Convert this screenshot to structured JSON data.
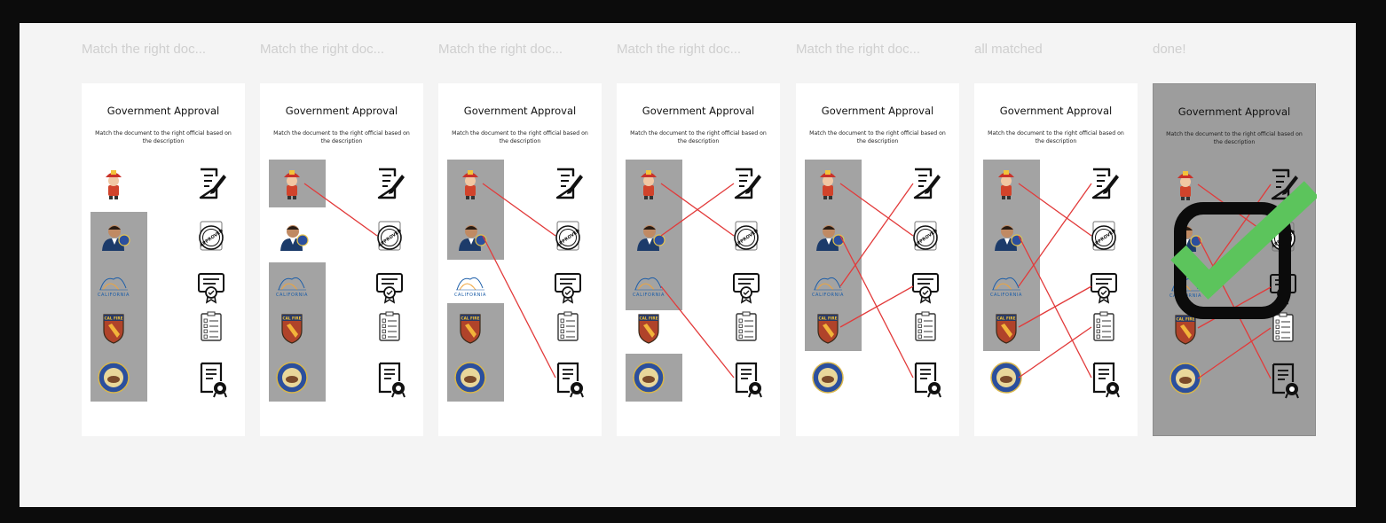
{
  "frames": [
    {
      "title": "Match the right doc...",
      "card_title": "Government Approval",
      "card_subtitle": "Match the document to the right official based on the description"
    },
    {
      "title": "Match the right doc...",
      "card_title": "Government Approval",
      "card_subtitle": "Match the document to the right official based on the description"
    },
    {
      "title": "Match the right doc...",
      "card_title": "Government Approval",
      "card_subtitle": "Match the document to the right official based on the description"
    },
    {
      "title": "Match the right doc...",
      "card_title": "Government Approval",
      "card_subtitle": "Match the document to the right official based on the description"
    },
    {
      "title": "Match the right doc...",
      "card_title": "Government Approval",
      "card_subtitle": "Match the document to the right official based on the description"
    },
    {
      "title": "all matched",
      "card_title": "Government Approval",
      "card_subtitle": "Match the document to the right official based on the description"
    },
    {
      "title": "done!",
      "card_title": "Government Approval",
      "card_subtitle": "Match the document to the right official based on the description"
    }
  ],
  "officials": [
    "firefighter-icon",
    "official-icon",
    "california-logo-icon",
    "cal-fire-badge-icon",
    "california-seal-icon"
  ],
  "official_logo_text": "CALIFORNIA",
  "badge_text": "CAL FIRE",
  "documents": [
    "document-pen-icon",
    "approved-stamp-icon",
    "certificate-icon",
    "checklist-icon",
    "sealed-document-icon"
  ],
  "stamp_text": "APPROVED",
  "colors": {
    "line": "#e23a3a",
    "selection": "#a3a3a3",
    "check": "#5cc45c"
  }
}
